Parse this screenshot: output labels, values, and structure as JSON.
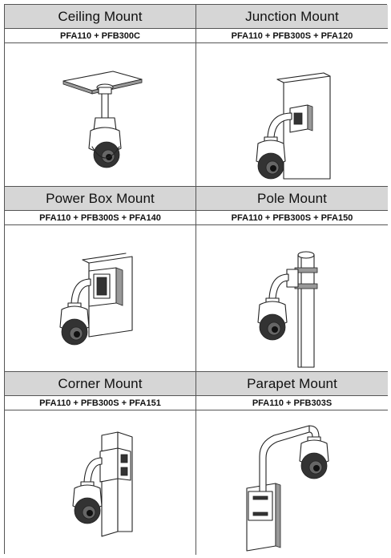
{
  "mounts": [
    {
      "title": "Ceiling Mount",
      "code": "PFA110 + PFB300C"
    },
    {
      "title": "Junction Mount",
      "code": "PFA110 + PFB300S + PFA120"
    },
    {
      "title": "Power Box Mount",
      "code": "PFA110 + PFB300S + PFA140"
    },
    {
      "title": "Pole Mount",
      "code": "PFA110 + PFB300S + PFA150"
    },
    {
      "title": "Corner Mount",
      "code": "PFA110 + PFB300S + PFA151"
    },
    {
      "title": "Parapet Mount",
      "code": "PFA110 + PFB303S"
    }
  ]
}
